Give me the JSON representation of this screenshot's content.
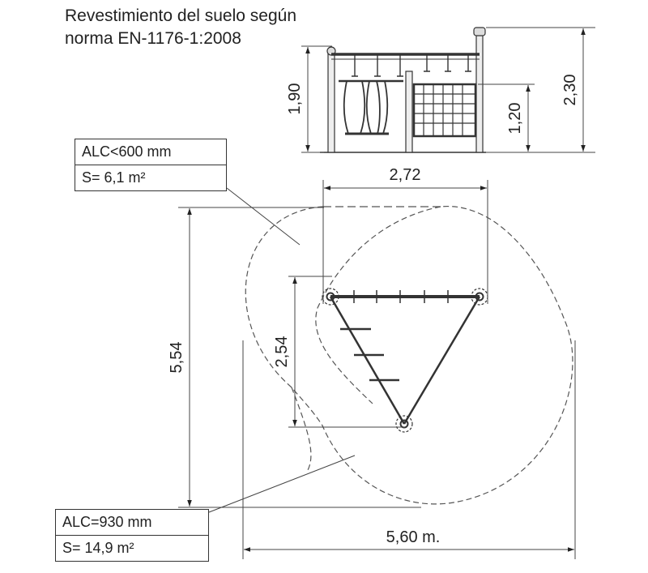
{
  "title": {
    "line1": "Revestimiento del suelo según",
    "line2": "norma EN-1176-1:2008"
  },
  "elevation": {
    "dim_left": "1,90",
    "dim_mid": "1,20",
    "dim_right": "2,30"
  },
  "plan": {
    "dim_top": "2,72",
    "dim_left_outer": "5,54",
    "dim_left_inner": "2,54",
    "dim_bottom": "5,60 m."
  },
  "label_small": {
    "alc": "ALC<600 mm",
    "area": "S= 6,1 m²"
  },
  "label_large": {
    "alc": "ALC=930 mm",
    "area": "S= 14,9 m²"
  }
}
